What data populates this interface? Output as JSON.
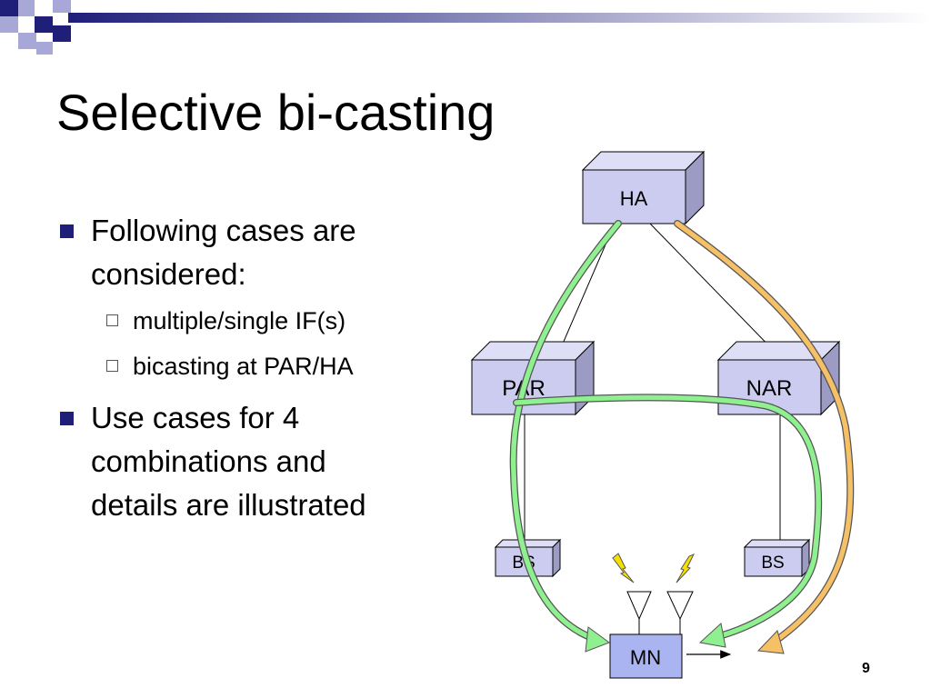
{
  "slide": {
    "title": "Selective bi-casting",
    "page_number": "9"
  },
  "bullets": [
    {
      "text_lines": [
        "Following cases are",
        "considered:"
      ],
      "sub_items": [
        "multiple/single IF(s)",
        "bicasting at PAR/HA"
      ]
    },
    {
      "text_lines": [
        "Use cases for 4",
        "combinations and",
        "details are illustrated"
      ],
      "sub_items": []
    }
  ],
  "diagram": {
    "nodes": {
      "ha": "HA",
      "par": "PAR",
      "nar": "NAR",
      "bs_left": "BS",
      "bs_right": "BS",
      "mn": "MN"
    },
    "colors": {
      "box_front": "#ccccf0",
      "box_side": "#9b9bc4",
      "box_top": "#dedef6",
      "mn_box": "#aab4f0",
      "green_path": "#8ff08f",
      "orange_path": "#f5c066",
      "bolt": "#f5e000",
      "bullet": "#1f1f7a"
    }
  }
}
